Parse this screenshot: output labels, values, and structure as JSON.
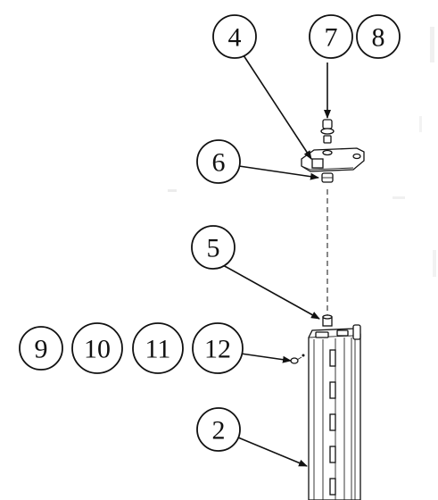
{
  "balloons": {
    "b4": "4",
    "b7": "7",
    "b8": "8",
    "b6": "6",
    "b5": "5",
    "b9": "9",
    "b10": "10",
    "b11": "11",
    "b12": "12",
    "b2": "2"
  }
}
